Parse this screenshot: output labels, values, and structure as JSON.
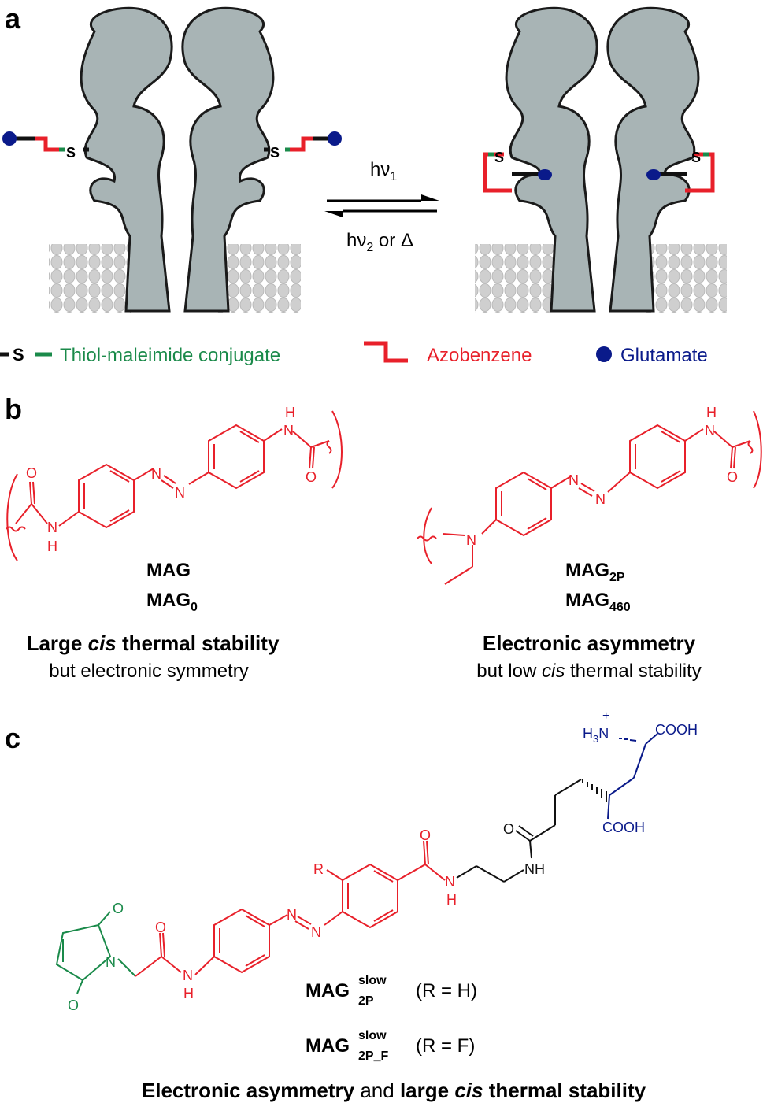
{
  "panels": {
    "a": "a",
    "b": "b",
    "c": "c"
  },
  "arrow": {
    "forward_main": "hν",
    "forward_sub": "1",
    "reverse_main": "hν",
    "reverse_sub": "2",
    "reverse_tail": " or Δ"
  },
  "legend": {
    "thiol_s": "S",
    "thiol_label": "Thiol-maleimide conjugate",
    "azo_label": "Azobenzene",
    "glu_label": "Glutamate"
  },
  "protein": {
    "s_label": "S"
  },
  "colors": {
    "protein": "#a8b4b5",
    "membrane": "#c8c8c8",
    "green": "#1a8a4a",
    "red": "#e8202a",
    "blue": "#0a1a8a"
  },
  "panel_b": {
    "left": {
      "name1": "MAG",
      "name2_main": "MAG",
      "name2_sub": "0",
      "desc_line1_pre": "Large ",
      "desc_line1_em": "cis",
      "desc_line1_post": " thermal stability",
      "desc_line2": "but electronic symmetry"
    },
    "right": {
      "name1_main": "MAG",
      "name1_sub": "2P",
      "name2_main": "MAG",
      "name2_sub": "460",
      "desc_line1": "Electronic asymmetry",
      "desc_line2_pre": "but low ",
      "desc_line2_em": "cis",
      "desc_line2_post": " thermal stability"
    },
    "atoms": {
      "N": "N",
      "H": "H",
      "O": "O"
    }
  },
  "panel_c": {
    "compound1_main": "MAG",
    "compound1_sup": "slow",
    "compound1_sub": "2P",
    "compound1_r": "(R = H)",
    "compound2_main": "MAG",
    "compound2_sup": "slow",
    "compound2_sub": "2P_F",
    "compound2_r": "(R = F)",
    "footer_b1": "Electronic asymmetry",
    "footer_mid": " and ",
    "footer_b2": "large ",
    "footer_em": "cis",
    "footer_b3": " thermal stability",
    "atoms": {
      "R": "R",
      "O": "O",
      "N": "N",
      "H": "H",
      "NH": "NH",
      "COOH": "COOH",
      "H3N": "H",
      "H3N_sub": "3",
      "H3N_N": "N",
      "plus": "+"
    }
  }
}
